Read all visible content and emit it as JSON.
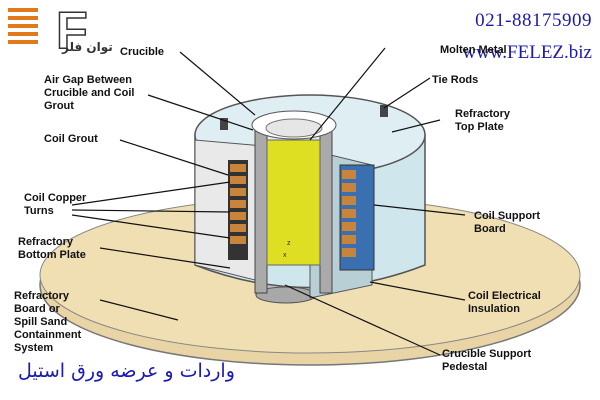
{
  "brand": {
    "logo_letter": "F",
    "name": "توان فلز",
    "phone": "021-88175909",
    "website": "www.FELEZ.biz",
    "accent": "#e07a1a"
  },
  "labels": {
    "crucible": "Crucible",
    "molten_metal": "Molten Metal",
    "air_gap": "Air Gap Between\nCrucible and Coil\nGrout",
    "tie_rods": "Tie Rods",
    "refractory_top": "Refractory\nTop Plate",
    "coil_grout": "Coil Grout",
    "coil_copper": "Coil Copper\nTurns",
    "coil_support": "Coil Support\nBoard",
    "refractory_bottom": "Refractory\nBottom Plate",
    "refractory_board": "Refractory\nBoard or\nSpill Sand\nContainment\nSystem",
    "coil_insulation": "Coil Electrical\nInsulation",
    "crucible_support": "Crucible Support\nPedestal",
    "axis_z": "z",
    "axis_x": "x"
  },
  "footer_text": "واردات و عرضه ورق استیل",
  "colors": {
    "base_plate": "#e8d4a4",
    "housing": "#cfe6ec",
    "molten": "#dede22",
    "coil": "#c8843a",
    "coil_board": "#3a6fb0",
    "text_blue": "#1a1aa8"
  }
}
